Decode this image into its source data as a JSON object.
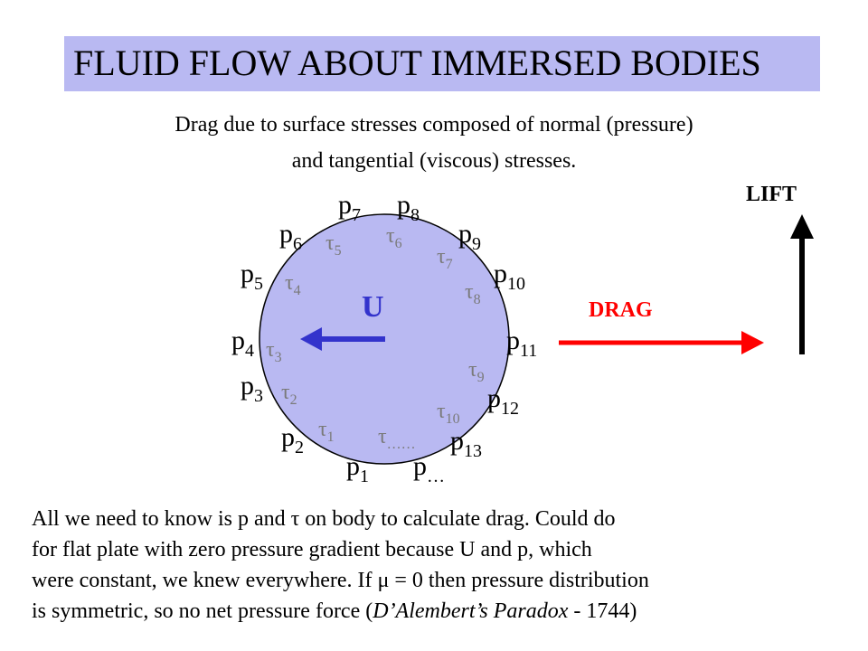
{
  "title": "FLUID FLOW ABOUT IMMERSED BODIES",
  "subtitle_lines": [
    "Drag due to surface stresses composed of normal (pressure)",
    "and tangential (viscous) stresses."
  ],
  "diagram": {
    "flow_label": "U",
    "drag_label": "DRAG",
    "lift_label": "LIFT",
    "pressure_labels": [
      {
        "base": "p",
        "sub": "7"
      },
      {
        "base": "p",
        "sub": "8"
      },
      {
        "base": "p",
        "sub": "6"
      },
      {
        "base": "p",
        "sub": "9"
      },
      {
        "base": "p",
        "sub": "5"
      },
      {
        "base": "p",
        "sub": "10"
      },
      {
        "base": "p",
        "sub": "4"
      },
      {
        "base": "p",
        "sub": "11"
      },
      {
        "base": "p",
        "sub": "3"
      },
      {
        "base": "p",
        "sub": "12"
      },
      {
        "base": "p",
        "sub": "2"
      },
      {
        "base": "p",
        "sub": "13"
      },
      {
        "base": "p",
        "sub": "1"
      },
      {
        "base": "p",
        "sub": "…"
      }
    ],
    "shear_labels": [
      {
        "base": "τ",
        "sub": "5"
      },
      {
        "base": "τ",
        "sub": "6"
      },
      {
        "base": "τ",
        "sub": "7"
      },
      {
        "base": "τ",
        "sub": "4"
      },
      {
        "base": "τ",
        "sub": "8"
      },
      {
        "base": "τ",
        "sub": "3"
      },
      {
        "base": "τ",
        "sub": "9"
      },
      {
        "base": "τ",
        "sub": "2"
      },
      {
        "base": "τ",
        "sub": "10"
      },
      {
        "base": "τ",
        "sub": "1"
      },
      {
        "base": "τ",
        "sub": "……"
      }
    ],
    "colors": {
      "circle_fill": "#b9b9f2",
      "flow_arrow": "#3333cc",
      "drag_arrow": "#ff0000",
      "lift_arrow": "#000000",
      "shear_text": "#7a7a7a"
    }
  },
  "body_text": [
    "All we need to know is p and τ on body to calculate drag. Could do",
    "for flat plate with zero pressure gradient because U and p, which",
    "were constant, we knew everywhere. If μ = 0 then pressure distribution"
  ],
  "last_line": {
    "pre": "is symmetric, so no net pressure force (",
    "italic": "D’Alembert’s Paradox",
    "post": " - 1744)"
  }
}
